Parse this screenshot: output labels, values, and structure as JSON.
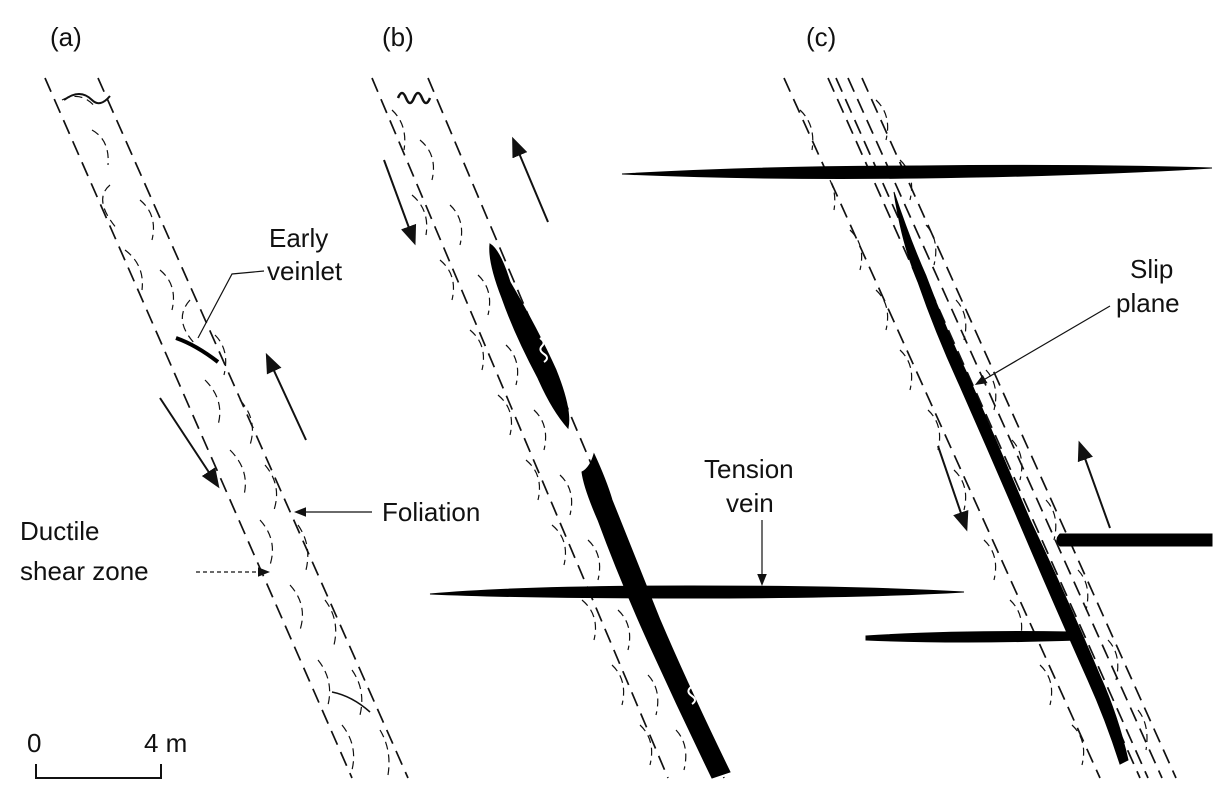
{
  "panels": [
    {
      "label": "(a)"
    },
    {
      "label": "(b)"
    },
    {
      "label": "(c)"
    }
  ],
  "annotations": {
    "early_veinlet": [
      "Early",
      "veinlet"
    ],
    "foliation": "Foliation",
    "ductile_shear_zone": [
      "Ductile",
      "shear zone"
    ],
    "tension_vein": [
      "Tension",
      "vein"
    ],
    "slip_plane": [
      "Slip",
      "plane"
    ]
  },
  "scale_bar": {
    "start": "0",
    "end": "4 m"
  },
  "colors": {
    "ink": "#111111",
    "vein": "#000000",
    "background": "#ffffff"
  }
}
